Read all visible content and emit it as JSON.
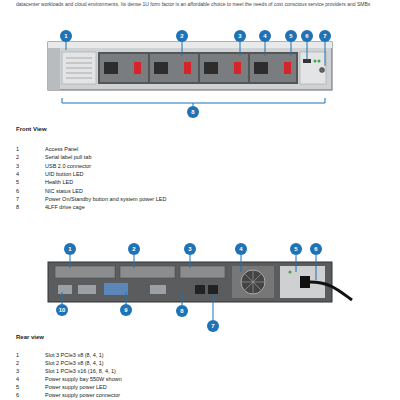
{
  "diagram": {
    "nodes": [
      {
        "text": [
          "1"
        ]
      },
      {
        "text": [
          "2"
        ]
      },
      {
        "text": [
          "3"
        ]
      },
      {
        "text": [
          "4"
        ]
      },
      {
        "text": [
          "5"
        ]
      },
      {
        "text": [
          "6"
        ]
      },
      {
        "text": [
          "7"
        ]
      },
      {
        "text": [
          "8"
        ]
      },
      {
        "text": [
          "1"
        ]
      },
      {
        "text": [
          "2"
        ]
      },
      {
        "text": [
          "3"
        ]
      },
      {
        "text": [
          "4"
        ]
      },
      {
        "text": [
          "5"
        ]
      },
      {
        "text": [
          "6"
        ]
      },
      {
        "text": [
          "10"
        ]
      },
      {
        "text": [
          "9"
        ]
      },
      {
        "text": [
          "8"
        ]
      },
      {
        "text": [
          "7"
        ]
      }
    ],
    "labels": [
      "datacenter workloads and cloud environments. Its dense 1U form factor is an affordable choice to meet the needs of cost conscious service providers and SMBs",
      "Front View",
      "1",
      "Access Panel",
      "2",
      "Serial label pull tab",
      "3",
      "USB 2.0 connector",
      "4",
      "UID button LED",
      "5",
      "Health LED",
      "6",
      "NIC status LED",
      "7",
      "Power On/Standby button and system power LED",
      "8",
      "4LFF drive cage",
      "Rear view",
      "1",
      "Slot 3 PCIe3 x8 (8, 4, 1)",
      "2",
      "Slot 2 PCIe3 x8 (8, 4, 1)",
      "3",
      "Slot 1 PCIe3 x16 (16, 8, 4, 1)",
      "4",
      "Power supply bay 550W shown",
      "5",
      "Power supply power LED",
      "6",
      "Power supply power connector"
    ]
  }
}
